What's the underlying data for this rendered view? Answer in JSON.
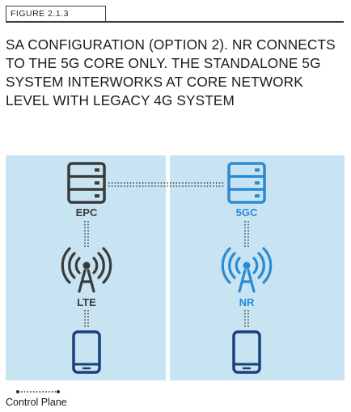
{
  "figure": {
    "tag": "FIGURE 2.1.3",
    "title": "SA CONFIGURATION (OPTION 2). NR CONNECTS TO THE 5G CORE ONLY. THE STANDALONE 5G SYSTEM INTERWORKS AT CORE NETWORK LEVEL WITH LEGACY 4G SYSTEM"
  },
  "diagram": {
    "left_column": {
      "core_label": "EPC",
      "radio_label": "LTE",
      "color": "#3a3a3a"
    },
    "right_column": {
      "core_label": "5GC",
      "radio_label": "NR",
      "color": "#2a8ad4",
      "device_color": "#1b3f7a"
    },
    "panel_color": "#c8e4f3",
    "icons": [
      "server-icon",
      "antenna-tower-icon",
      "mobile-phone-icon"
    ]
  },
  "legend": {
    "control_plane_label": "Control Plane"
  }
}
